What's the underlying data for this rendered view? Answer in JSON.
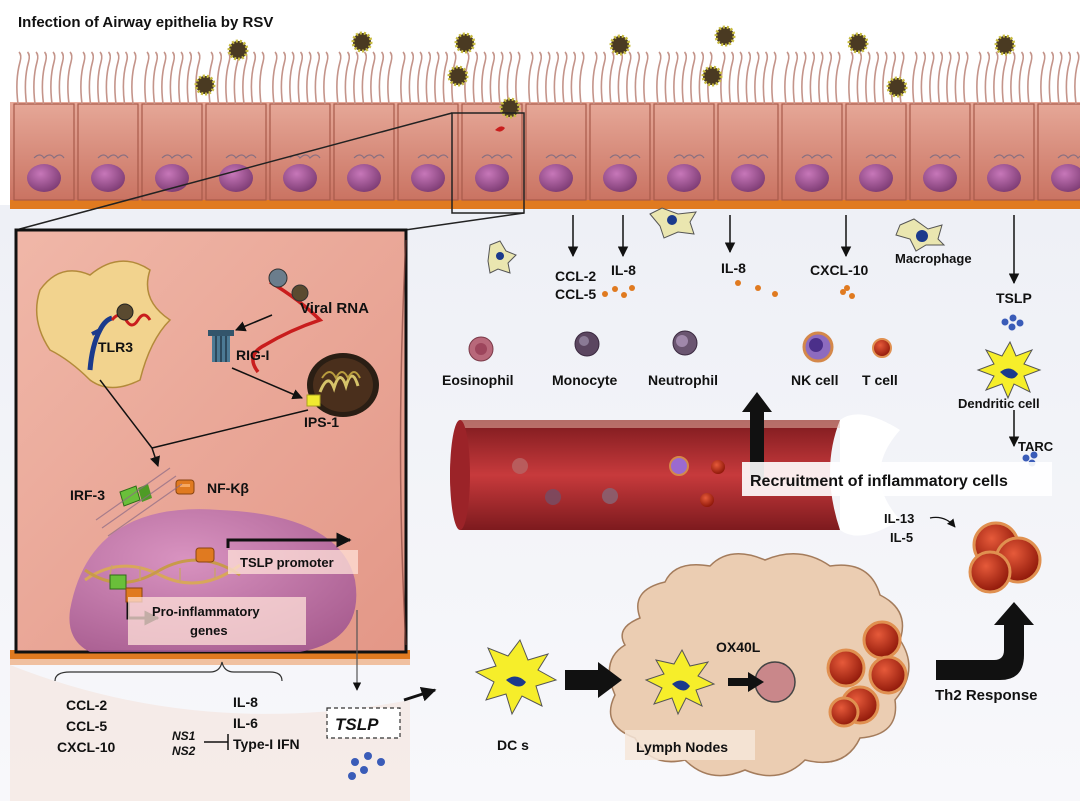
{
  "title": "Infection of Airway epithelia by RSV",
  "colors": {
    "epithelium": "#c97a6b",
    "epithelium_light": "#e8b3a3",
    "nucleus": "#9b4f8e",
    "basement": "#e07a20",
    "vessel": "#b3262b",
    "inset_bg": "#e9a597",
    "lymph": "#ebcdb2",
    "dc": "#f6ee2a"
  },
  "inset": {
    "viral_rna": "Viral RNA",
    "tlr3": "TLR3",
    "rig_i": "RIG-I",
    "ips_1": "IPS-1",
    "irf_3": "IRF-3",
    "nf_kb": "NF-Kβ",
    "tslp_promoter": "TSLP promoter",
    "pro_inflammatory_1": "Pro-inflammatory",
    "pro_inflammatory_2": "genes"
  },
  "secreted": {
    "ccl2": "CCL-2",
    "ccl5": "CCL-5",
    "il8_a": "IL-8",
    "il8_b": "IL-8",
    "cxcl10": "CXCL-10",
    "macrophage": "Macrophage",
    "tslp": "TSLP",
    "dendritic_cell": "Dendritic cell",
    "tarc": "TARC"
  },
  "cells": {
    "eosinophil": "Eosinophil",
    "monocyte": "Monocyte",
    "neutrophil": "Neutrophil",
    "nk_cell": "NK cell",
    "t_cell": "T cell"
  },
  "recruitment": "Recruitment of inflammatory cells",
  "th2": {
    "il13": "IL-13",
    "il5": "IL-5",
    "response": "Th2 Response"
  },
  "lymph": {
    "ox40l": "OX40L",
    "nodes": "Lymph Nodes",
    "dcs": "DC s"
  },
  "bottom": {
    "ccl2": "CCL-2",
    "ccl5": "CCL-5",
    "cxcl10": "CXCL-10",
    "il8": "IL-8",
    "il6": "IL-6",
    "type_i_ifn": "Type-I IFN",
    "ns1": "NS1",
    "ns2": "NS2",
    "tslp": "TSLP"
  }
}
